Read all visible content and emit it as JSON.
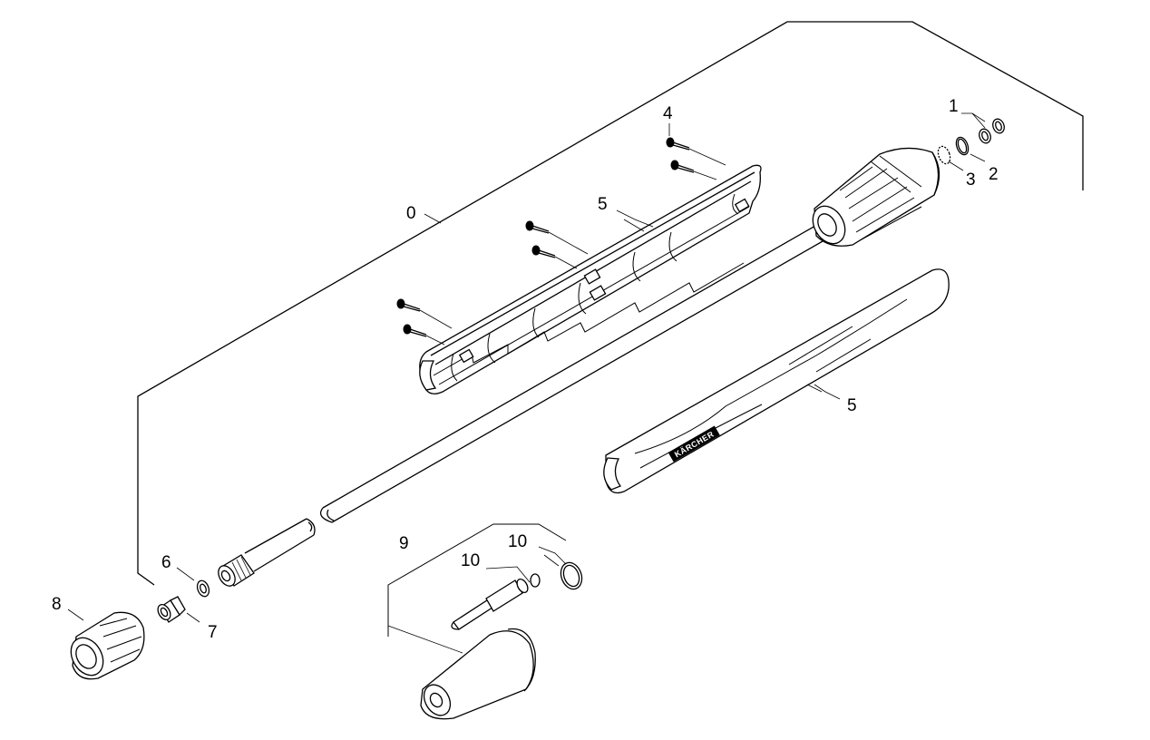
{
  "labels": {
    "l0": "0",
    "l1": "1",
    "l2": "2",
    "l3": "3",
    "l4": "4",
    "l5a": "5",
    "l5b": "5",
    "l6": "6",
    "l7": "7",
    "l8": "8",
    "l9": "9",
    "l10a": "10",
    "l10b": "10"
  },
  "brand_text": "KÄRCHER"
}
